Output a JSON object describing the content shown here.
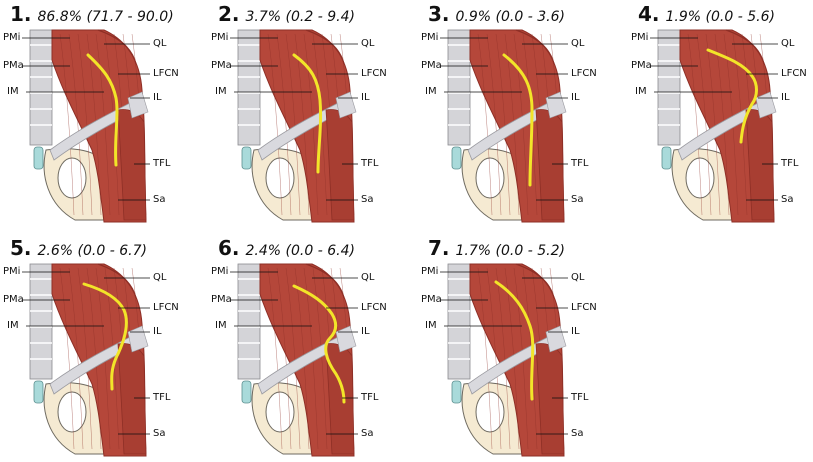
{
  "labels": {
    "pmi": "PMi",
    "pma": "PMa",
    "im": "IM",
    "ql": "QL",
    "lfcn": "LFCN",
    "il": "IL",
    "tfl": "TFL",
    "sa": "Sa"
  },
  "variants": [
    {
      "number": "1.",
      "percent": "86.8% (71.7 - 90.0)"
    },
    {
      "number": "2.",
      "percent": "3.7% (0.2 - 9.4)"
    },
    {
      "number": "3.",
      "percent": "0.9% (0.0 - 3.6)"
    },
    {
      "number": "4.",
      "percent": "1.9% (0.0 - 5.6)"
    },
    {
      "number": "5.",
      "percent": "2.6% (0.0 - 6.7)"
    },
    {
      "number": "6.",
      "percent": "2.4% (0.0 - 6.4)"
    },
    {
      "number": "7.",
      "percent": "1.7% (0.0 - 5.2)"
    }
  ],
  "colors": {
    "muscle": "#b5473a",
    "muscle_dark": "#8e2f26",
    "bone": "#f5ead2",
    "ligament": "#d9d9de",
    "vertebra": "#8a8a8f",
    "cartilage": "#a9dada",
    "nerve": "#f2e529"
  }
}
